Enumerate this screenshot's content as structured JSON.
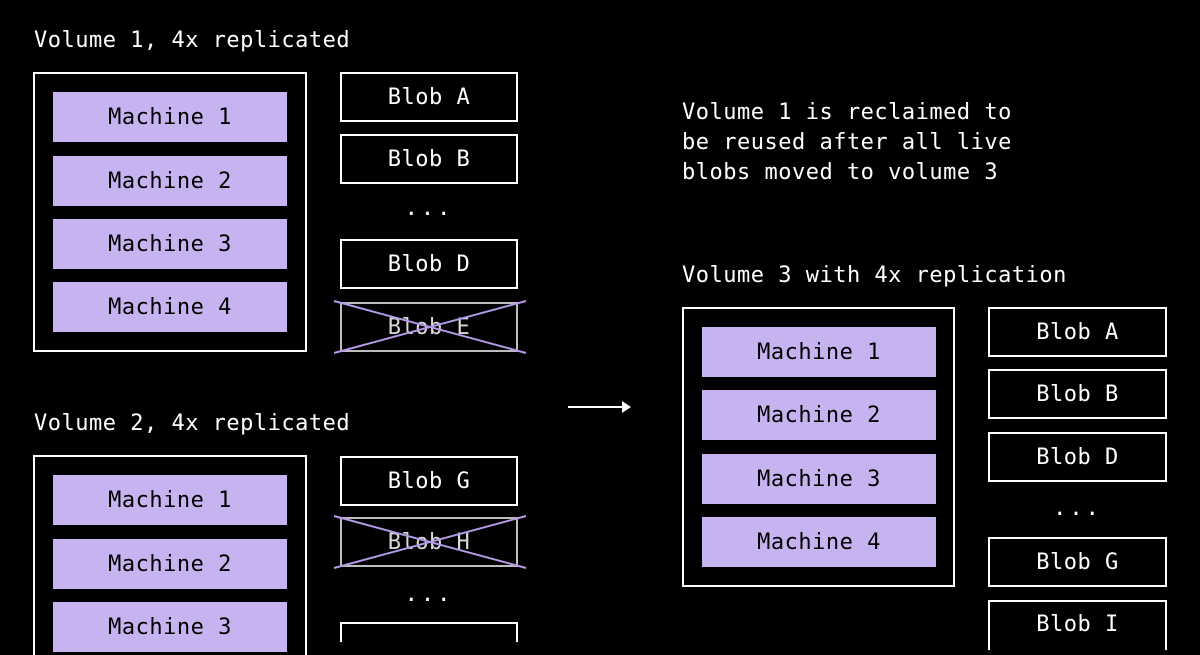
{
  "volume1": {
    "label": "Volume 1, 4x replicated",
    "machines": [
      "Machine 1",
      "Machine 2",
      "Machine 3",
      "Machine 4"
    ],
    "blobs": [
      "Blob A",
      "Blob B",
      "Blob D",
      "Blob E"
    ],
    "ellipsis": "...",
    "deleted_blob": "Blob E"
  },
  "volume2": {
    "label": "Volume 2, 4x replicated",
    "machines": [
      "Machine 1",
      "Machine 2",
      "Machine 3"
    ],
    "blobs": [
      "Blob G",
      "Blob H"
    ],
    "ellipsis": "...",
    "deleted_blob": "Blob H"
  },
  "note": {
    "lines": [
      "Volume 1 is reclaimed to",
      "be reused after all live",
      "blobs moved to volume 3"
    ]
  },
  "volume3": {
    "label": "Volume 3 with 4x replication",
    "machines": [
      "Machine 1",
      "Machine 2",
      "Machine 3",
      "Machine 4"
    ],
    "blobs": [
      "Blob A",
      "Blob B",
      "Blob D",
      "Blob G",
      "Blob I"
    ],
    "ellipsis": "..."
  },
  "colors": {
    "background": "#000000",
    "machine_fill": "#c6b3ef",
    "cross_line": "#b49be8",
    "foreground": "#ffffff"
  }
}
